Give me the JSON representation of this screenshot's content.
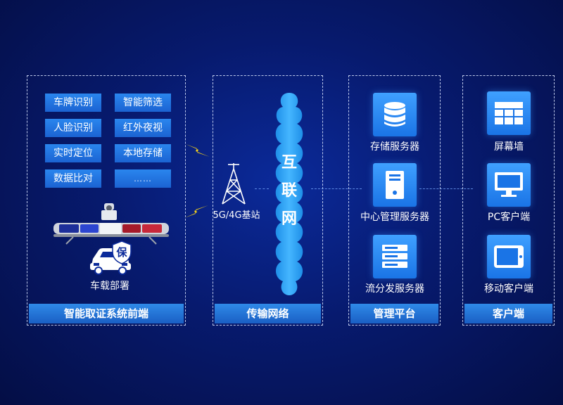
{
  "sections": {
    "frontend": {
      "title": "智能取证系统前端",
      "features": [
        "车牌识别",
        "智能筛选",
        "人脸识别",
        "红外夜视",
        "实时定位",
        "本地存储",
        "数据比对",
        "……"
      ],
      "vehicle_label": "车载部署",
      "badge_text": "保"
    },
    "network": {
      "title": "传输网络",
      "tower_label": "5G/4G基站",
      "cloud_text": [
        "互",
        "联",
        "网"
      ]
    },
    "management": {
      "title": "管理平台",
      "items": [
        "存储服务器",
        "中心管理服务器",
        "流分发服务器"
      ]
    },
    "client": {
      "title": "客户端",
      "items": [
        "屏幕墙",
        "PC客户端",
        "移动客户端"
      ]
    }
  },
  "colors": {
    "background": "#071a6e",
    "accent": "#2a86ee",
    "cloud": "#2fa3f0",
    "lightning": "#f5d21a"
  },
  "icons": {
    "storage": "database-icon",
    "center": "server-tower-icon",
    "stream": "server-rack-icon",
    "wall": "video-wall-icon",
    "pc": "monitor-icon",
    "mobile": "tablet-icon"
  }
}
